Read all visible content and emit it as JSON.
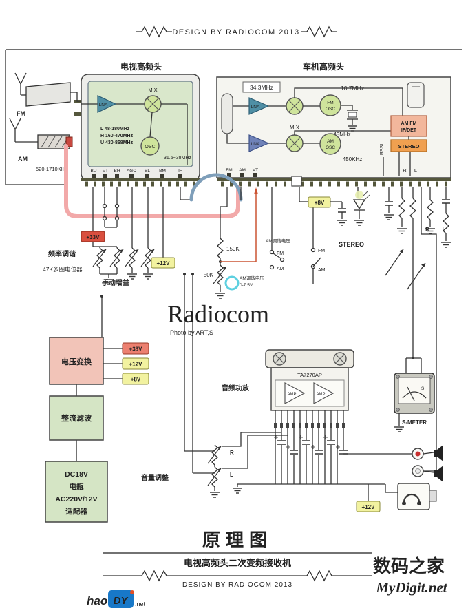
{
  "header": {
    "credit": "DESIGN BY RADIOCOM 2013"
  },
  "tv_tuner": {
    "title": "电视高频头",
    "lna": "LNA",
    "mix": "MIX",
    "osc": "OSC",
    "band_l": "L 48-180MHz",
    "band_h": "H 160-470MHz",
    "band_u": "U 430-868MHz",
    "if_range": "31.5~38MHz",
    "pins": [
      "BU",
      "VT",
      "BH",
      "AGC",
      "BL",
      "BM",
      "IF"
    ]
  },
  "antennas": {
    "fm": "FM",
    "am": "AM",
    "am_range": "520-1710KHz"
  },
  "car_tuner": {
    "title": "车机高频头",
    "if1": "34.3MHz",
    "if2": "10.7MHz",
    "lna_fm": "LNA",
    "lna_am": "LNA",
    "mix": "MIX",
    "fm_osc_top": "FM",
    "fm_osc_bot": "OSC",
    "am_osc_top": "AM",
    "am_osc_bot": "OSC",
    "fm_if": "45MHz",
    "am_if": "450KHz",
    "ifdet_top": "AM FM",
    "ifdet_bot": "IF/DET",
    "stereo": "STEREO",
    "rssi": "RSSI",
    "out_r": "R",
    "out_l": "L",
    "pin_fm": "FM",
    "pin_am": "AM",
    "pin_vt": "VT"
  },
  "tuning": {
    "v33": "+33V",
    "freq_tune": "频率调谐",
    "pot_desc": "47K多圈电位器",
    "manual_gain": "手动增益",
    "v12": "+12V",
    "r150k": "150K",
    "r50k": "50K",
    "am_tune_label": "AM调谐电压",
    "sw1_fm": "FM",
    "sw1_am": "AM",
    "sw2_fm": "FM",
    "sw2_am": "AM",
    "v8": "+8V",
    "stereo": "STEREO",
    "am_tune_label2": "AM调谐电压",
    "am_tune_range": "0-7.5V",
    "out_r": "R",
    "out_l": "L"
  },
  "watermark": {
    "brand": "Radiocom",
    "credit": "Photo by ART,S"
  },
  "power": {
    "converter": "电压变换",
    "v33": "+33V",
    "v12": "+12V",
    "v8": "+8V",
    "rectifier": "整流滤波",
    "battery": [
      "DC18V",
      "电瓶",
      "AC220V/12V",
      "适配器"
    ]
  },
  "audio": {
    "section": "音频功放",
    "chip": "TA7270AP",
    "amp1": "AMP",
    "amp2": "AMP",
    "volume": "音量调整",
    "ch_r": "R",
    "ch_l": "L",
    "v12": "+12V"
  },
  "meter": {
    "label": "S-METER",
    "s": "S"
  },
  "footer": {
    "title": "原理图",
    "subtitle": "电视高频头二次变频接收机",
    "credit": "DESIGN BY RADIOCOM 2013"
  },
  "logos": {
    "hao": "hao",
    "dy": "DY",
    "net": ".net",
    "mydigit_cn": "数码之家",
    "mydigit_en": "MyDigit.net"
  },
  "colors": {
    "pink_wire": "#f2a9a9",
    "blue_wire": "#7f9fba",
    "accent_red": "#d94f3f",
    "accent_yellow": "#f2f2a0",
    "block_pink": "#f2c4b8",
    "block_green": "#d5e5c5",
    "inner_green": "#d9e7cb",
    "osc_green": "#cfe49c",
    "ifdet_salmon": "#f2b79c",
    "stereo_orange": "#f0a050",
    "lna_teal": "#4f8fa5",
    "logo_blue": "#1878c8",
    "watermark_gray": "#a9a9a9"
  }
}
